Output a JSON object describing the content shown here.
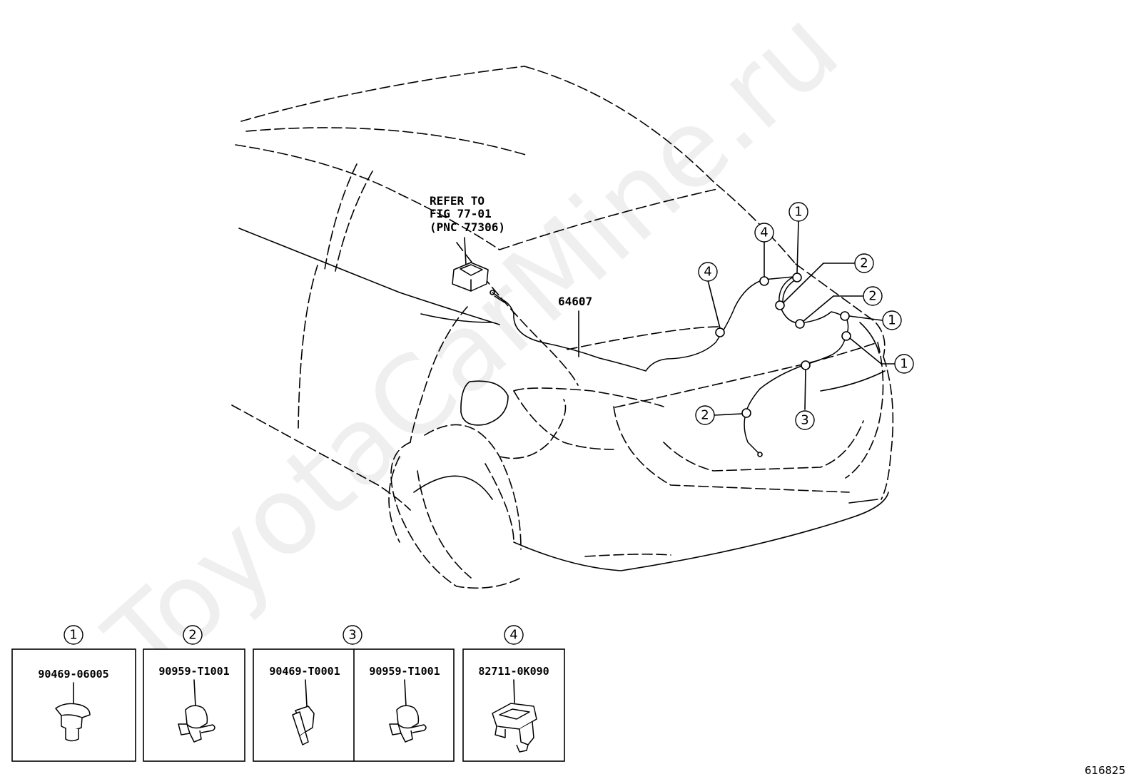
{
  "reference_note": {
    "line1": "REFER TO",
    "line2": "FIG 77-01",
    "line3": "(PNC 77306)"
  },
  "main_part_number": "64607",
  "callouts": [
    "1",
    "4",
    "4",
    "2",
    "2",
    "1",
    "1",
    "3",
    "2"
  ],
  "legend": [
    {
      "num": "1",
      "parts": [
        "90469-06005"
      ]
    },
    {
      "num": "2",
      "parts": [
        "90959-T1001"
      ]
    },
    {
      "num": "3",
      "parts": [
        "90469-T0001",
        "90959-T1001"
      ]
    },
    {
      "num": "4",
      "parts": [
        "82711-0K090"
      ]
    }
  ],
  "watermark": "ToyotaCarMine.ru",
  "figure_id": "616825"
}
